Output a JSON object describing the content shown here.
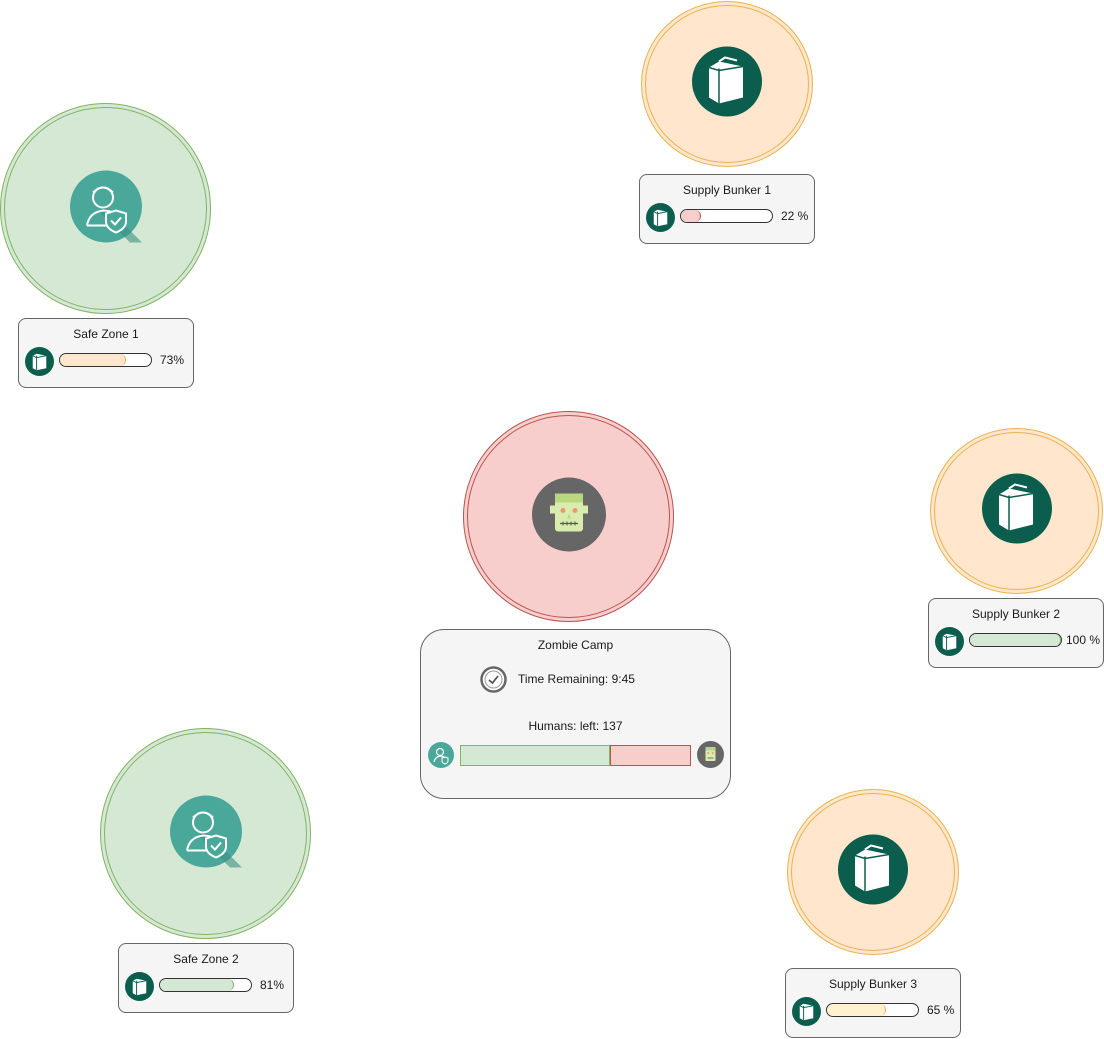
{
  "colors": {
    "safe_fill": "#d5e8d4",
    "safe_stroke": "#82b366",
    "supply_fill": "#ffe6cc",
    "supply_stroke": "#e6b450",
    "zombie_fill": "#f8cecc",
    "zombie_stroke": "#b85450",
    "icon_teal": "#4aa89b",
    "icon_dark_green": "#0b5e4d",
    "icon_grey": "#666666",
    "bar_orange": "#ffe6cc",
    "bar_red": "#f8cecc",
    "bar_green": "#d5e8d4",
    "bar_yellow": "#fff2cc"
  },
  "safe_zone_1": {
    "title": "Safe Zone 1",
    "percent_label": "73%",
    "level": 0.73,
    "node_icon": "person-shield-icon",
    "card_icon": "supply-box-icon"
  },
  "safe_zone_2": {
    "title": "Safe Zone 2",
    "percent_label": "81%",
    "level": 0.81,
    "node_icon": "person-shield-icon",
    "card_icon": "supply-box-icon"
  },
  "supply_bunker_1": {
    "title": "Supply Bunker 1",
    "percent_label": "22 %",
    "level": 0.22,
    "node_icon": "supply-box-icon",
    "card_icon": "supply-box-icon"
  },
  "supply_bunker_2": {
    "title": "Supply Bunker 2",
    "percent_label": "100 %",
    "level": 1.0,
    "node_icon": "supply-box-icon",
    "card_icon": "supply-box-icon"
  },
  "supply_bunker_3": {
    "title": "Supply Bunker 3",
    "percent_label": "65 %",
    "level": 0.65,
    "node_icon": "supply-box-icon",
    "card_icon": "supply-box-icon"
  },
  "zombie_camp": {
    "title": "Zombie Camp",
    "time_label": "Time Remaining: 9:45",
    "humans_label": "Humans: left: 137",
    "humans_share": 0.65,
    "node_icon": "zombie-face-icon",
    "clock_icon": "clock-icon",
    "human_icon": "human-icon",
    "zombie_icon": "zombie-face-icon"
  }
}
